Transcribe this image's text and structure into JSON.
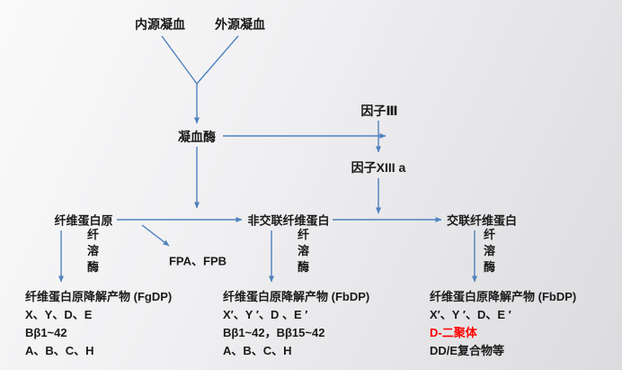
{
  "diagram": {
    "nodes": {
      "intrinsic": "内源凝血",
      "extrinsic": "外源凝血",
      "thrombin": "凝血酶",
      "factor_iii": "因子Ⅲ",
      "factor_xiiia": "因子XIII a",
      "fibrinogen": "纤维蛋白原",
      "non_crosslinked_fibrin": "非交联纤维蛋白",
      "crosslinked_fibrin": "交联纤维蛋白",
      "fpa_fpb": "FPA、FPB"
    },
    "plasmin": {
      "chars": [
        "纤",
        "溶",
        "酶"
      ]
    },
    "products": {
      "fgdp": {
        "title": "纤维蛋白原降解产物 (FgDP)",
        "line1": "X、Y、D、E",
        "line2": "Bβ1~42",
        "line3": "A、B、C、H"
      },
      "fbdp_non_crosslinked": {
        "title": "纤维蛋白原降解产物 (FbDP)",
        "line1": "X′、Y ′、D 、E ′",
        "line2": "Bβ1~42，Bβ15~42",
        "line3": "A、B、C、H"
      },
      "fbdp_crosslinked": {
        "title": "纤维蛋白原降解产物 (FbDP)",
        "line1": "X′、Y ′、D、E ′",
        "line2": "D-二聚体",
        "line3": "DD/E复合物等"
      }
    },
    "colors": {
      "arrow": "#4f81bd",
      "text": "#1a1a1a",
      "highlight": "#ff0000"
    }
  }
}
